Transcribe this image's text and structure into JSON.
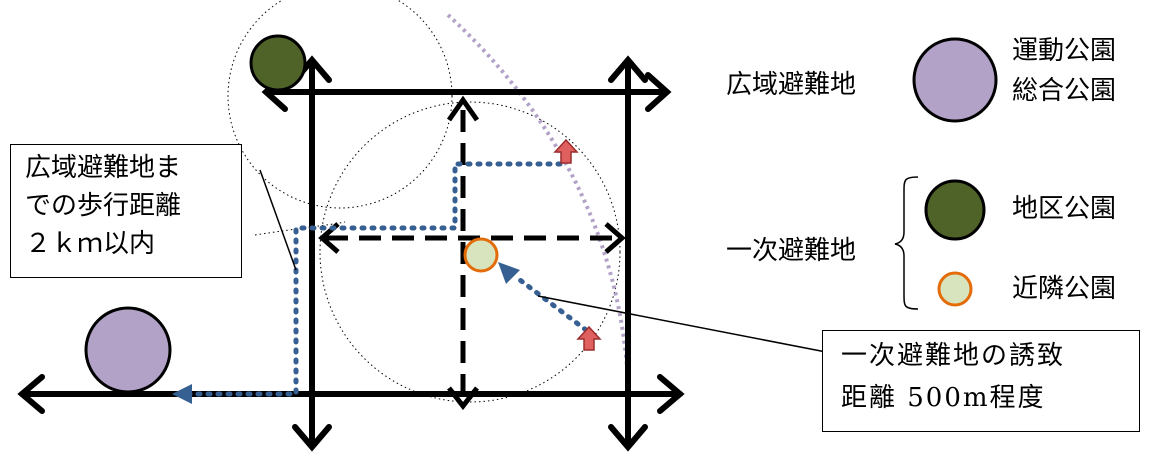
{
  "callouts": {
    "walking": [
      "広域避難地ま",
      "での歩行距離",
      "２ｋｍ以内"
    ],
    "induction": [
      "一次避難地の誘致",
      "距離 500m程度"
    ]
  },
  "legend": {
    "wide_area": {
      "title": "広域避難地",
      "items": [
        {
          "lines": [
            "運動公園",
            "総合公園"
          ],
          "fill": "#b3a2c7",
          "stroke": "#000000"
        }
      ]
    },
    "primary": {
      "title": "一次避難地",
      "items": [
        {
          "lines": [
            "地区公園"
          ],
          "fill": "#4f6228",
          "stroke": "#000000"
        },
        {
          "lines": [
            "近隣公園"
          ],
          "fill": "#d7e4bd",
          "stroke": "#e36c09"
        }
      ]
    }
  },
  "colors": {
    "route": "#376092",
    "arrow_up": "#e06060",
    "range_line": "#b3a2c7"
  }
}
